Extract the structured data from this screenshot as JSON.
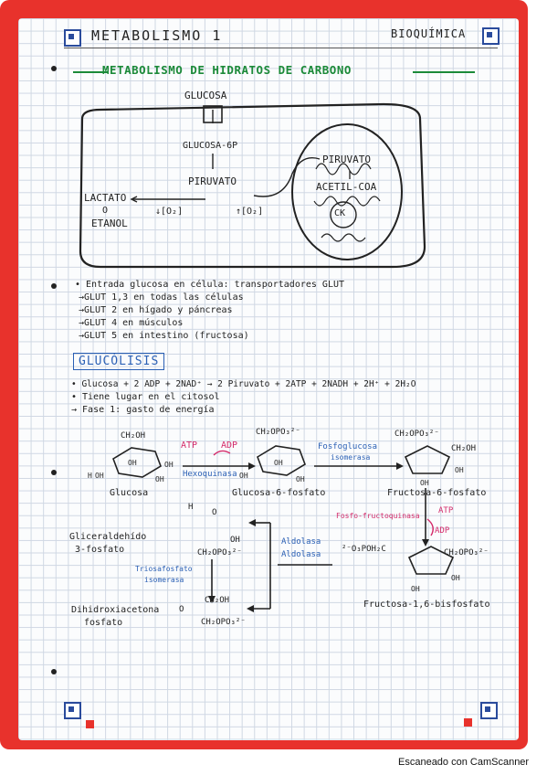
{
  "header": {
    "left_title": "METABOLISMO 1",
    "right_title": "BIOQUÍMICA"
  },
  "section": {
    "title": "METABOLISMO DE HIDRATOS DE CARBONO"
  },
  "diagram": {
    "glucosa": "GLUCOSA",
    "glucosa_6p": "GLUCOSA-6P",
    "piruvato": "PIRUVATO",
    "piruvato_mito": "PIRUVATO",
    "acetil_coa": "ACETIL-COA",
    "ck": "CK",
    "lactato": "LACTATO",
    "o": "O",
    "etanol": "ETANOL",
    "co2_down": "↓[O₂]",
    "co2_up": "↑[O₂]"
  },
  "notes": {
    "entrada": "• Entrada glucosa en célula: transportadores GLUT",
    "glut13": "→GLUT 1,3 en todas las células",
    "glut2": "→GLUT 2 en hígado y páncreas",
    "glut4": "→GLUT 4 en músculos",
    "glut5": "→GLUT 5 en intestino (fructosa)"
  },
  "glucolisis": {
    "title": "GLUCÓLISIS",
    "equation": "• Glucosa + 2 ADP + 2NAD⁺ → 2 Piruvato + 2ATP + 2NADH + 2H⁺ + 2H₂O",
    "lugar": "• Tiene lugar en el citosol",
    "fase1": "→ Fase 1: gasto de energía"
  },
  "reactions": {
    "atp": "ATP",
    "adp": "ADP",
    "hexoquinasa": "Hexoquinasa",
    "fosfoglucosa": "Fosfoglucosa",
    "isomerasa": "isomerasa",
    "ch2opo3_top": "CH₂OPO₃²⁻",
    "ch2oh_glucosa": "CH₂OH",
    "glucosa_label": "Glucosa",
    "g6p_label": "Glucosa-6-fosfato",
    "f6p_label": "Fructosa-6-fosfato",
    "f6p_left": "CH₂OPO₃²⁻",
    "f6p_right": "CH₂OH",
    "fosfofructoquinasa": "Fosfo-fructoquinasa",
    "atp2": "ATP",
    "adp2": "ADP",
    "f16bp_label": "Fructosa-1,6-bisfosfato",
    "f16bp_left": "²⁻O₃POH₂C",
    "f16bp_right": "CH₂OPO₃²⁻",
    "aldolasa1": "Aldolasa",
    "aldolasa2": "Aldolasa",
    "gliceraldehido": "Gliceraldehído",
    "fosfato3": "3-fosfato",
    "dihidroxiacetona": "Dihidroxiacetona",
    "fosfato_dhap": "fosfato",
    "triosafosfato": "Triosafosfato",
    "isomerasa2": "isomerasa",
    "oh": "OH",
    "h": "H",
    "o": "O"
  },
  "footer": {
    "camscanner": "Escaneado con CamScanner"
  }
}
